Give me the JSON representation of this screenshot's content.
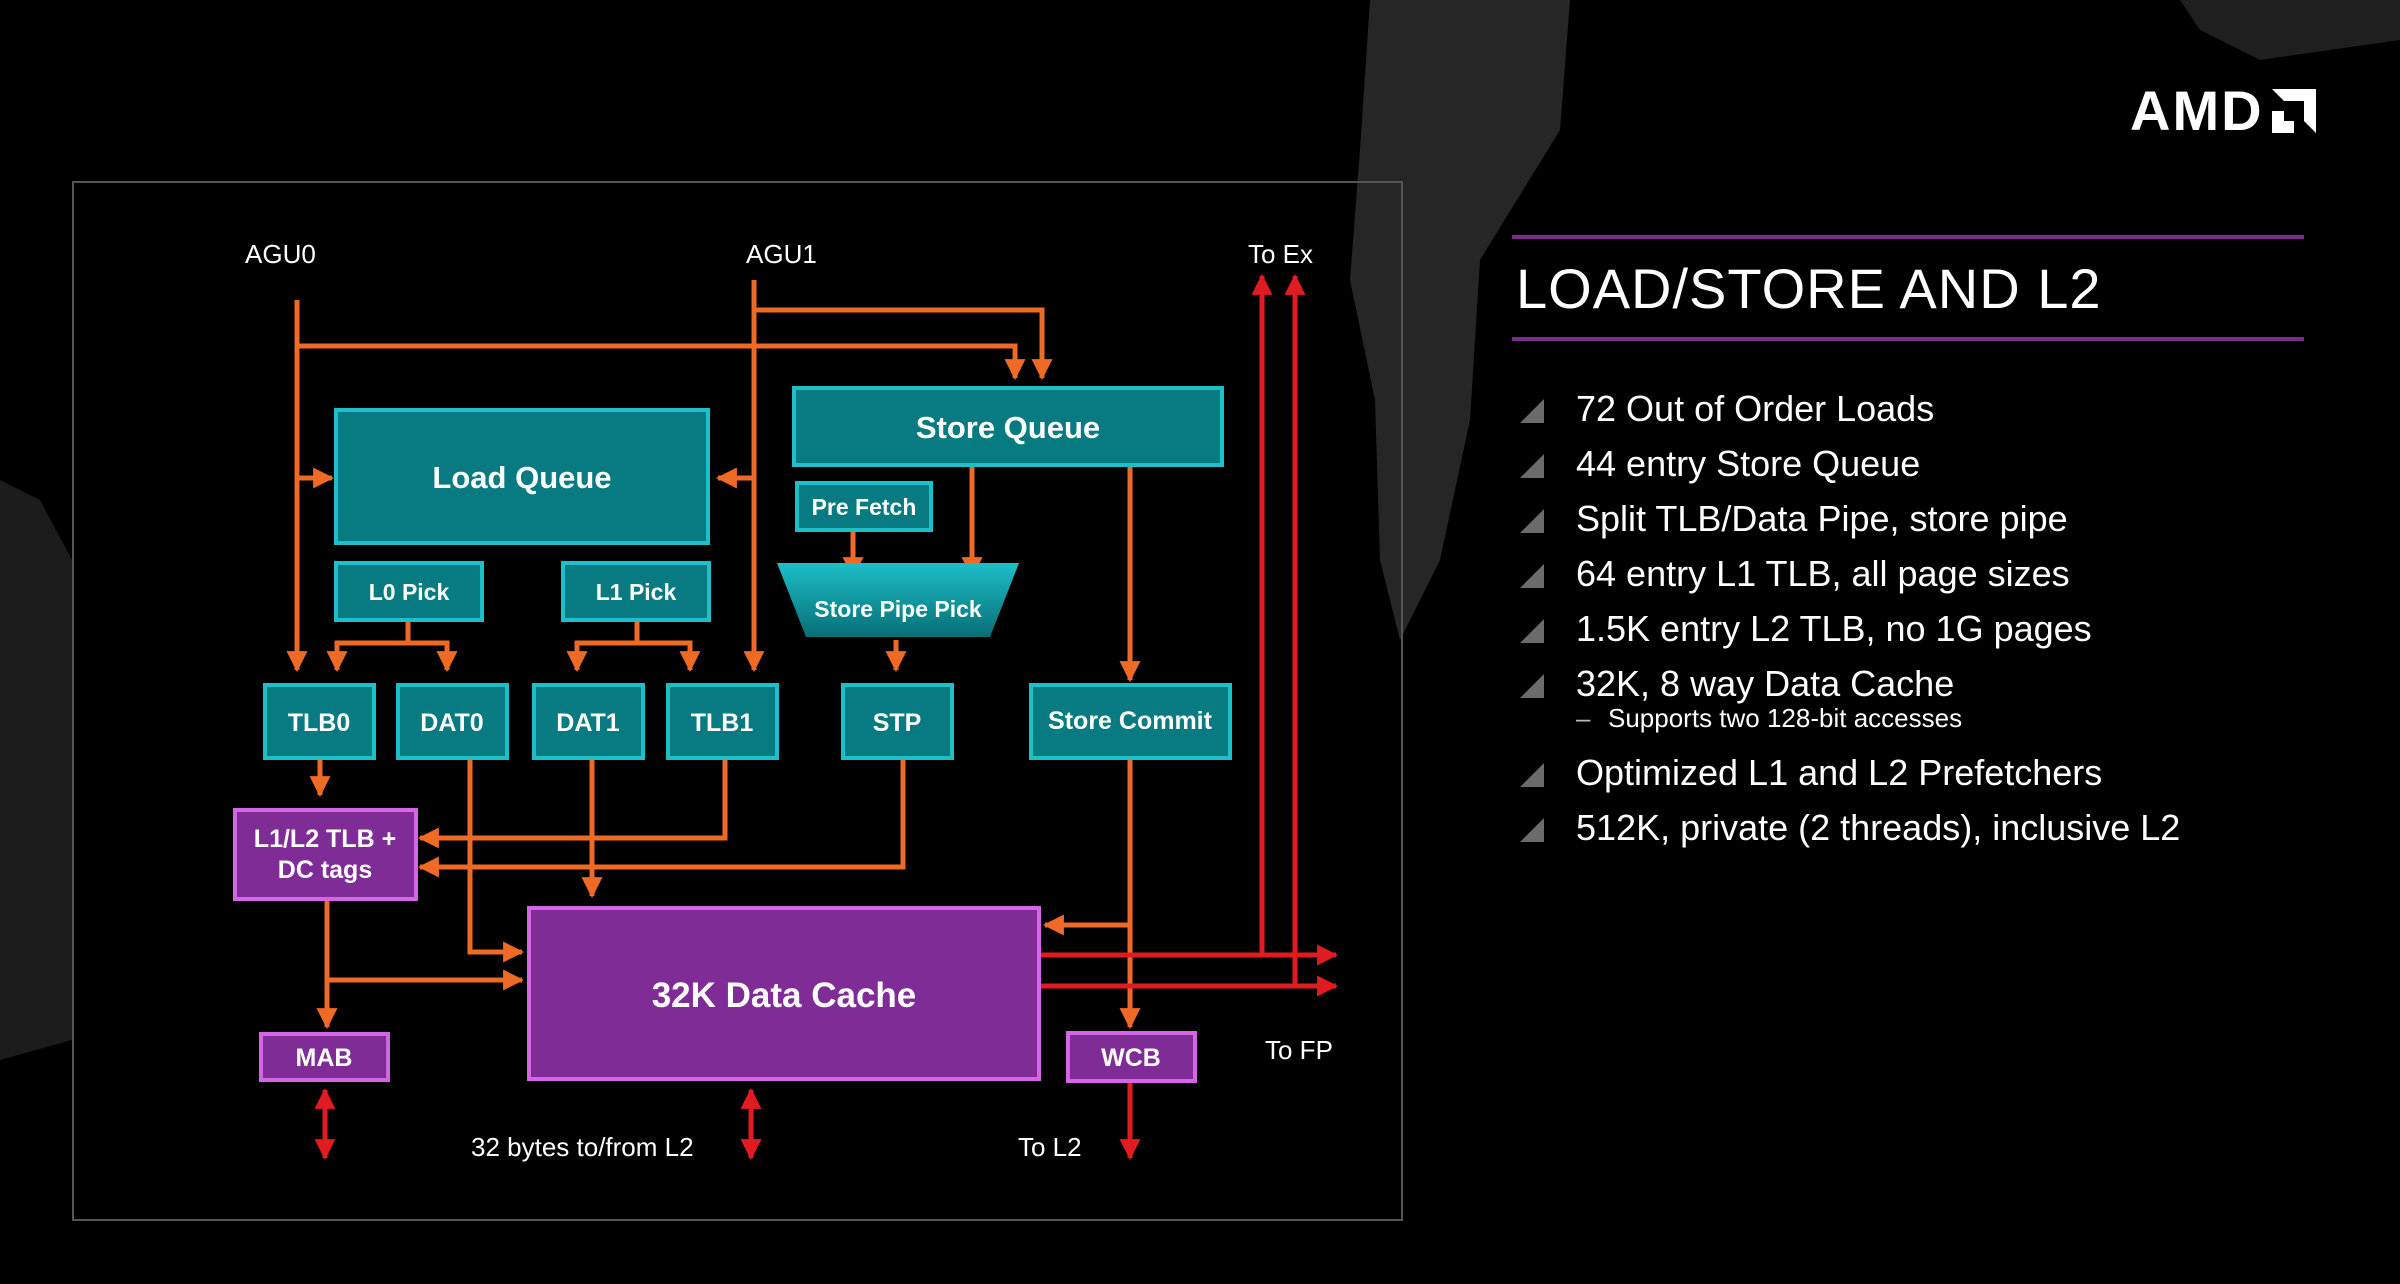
{
  "logo": {
    "text": "AMD"
  },
  "title": "LOAD/STORE AND L2",
  "bullets": [
    {
      "text": "72 Out of Order Loads",
      "sub": []
    },
    {
      "text": "44 entry Store Queue",
      "sub": []
    },
    {
      "text": "Split TLB/Data Pipe, store pipe",
      "sub": []
    },
    {
      "text": "64 entry L1 TLB, all page sizes",
      "sub": []
    },
    {
      "text": "1.5K entry L2 TLB, no 1G pages",
      "sub": []
    },
    {
      "text": "32K, 8 way Data Cache",
      "sub": [
        "Supports two 128-bit accesses"
      ]
    },
    {
      "text": "Optimized L1 and L2 Prefetchers",
      "sub": []
    },
    {
      "text": "512K, private (2 threads), inclusive L2",
      "sub": []
    }
  ],
  "diagram": {
    "inputs": {
      "agu0": "AGU0",
      "agu1": "AGU1",
      "to_ex": "To Ex"
    },
    "blocks": {
      "load_queue": "Load Queue",
      "store_queue": "Store Queue",
      "pre_fetch": "Pre Fetch",
      "l0_pick": "L0 Pick",
      "l1_pick": "L1 Pick",
      "store_pipe_pick": "Store Pipe Pick",
      "tlb0": "TLB0",
      "dat0": "DAT0",
      "dat1": "DAT1",
      "tlb1": "TLB1",
      "stp": "STP",
      "store_commit": "Store Commit",
      "tlb_dc_tags": [
        "L1/L2 TLB +",
        "DC tags"
      ],
      "data_cache": "32K Data Cache",
      "mab": "MAB",
      "wcb": "WCB"
    },
    "outputs": {
      "to_fp": "To FP",
      "l2_bus": "32 bytes to/from L2",
      "to_l2": "To L2"
    }
  },
  "colors": {
    "teal_fill": "#087b82",
    "teal_border": "#1dbfc9",
    "purple_fill": "#802c96",
    "purple_border": "#d466e6",
    "orange_arrow": "#ee6a25",
    "red_arrow": "#e11b22",
    "title_rule": "#7b2d8e"
  }
}
